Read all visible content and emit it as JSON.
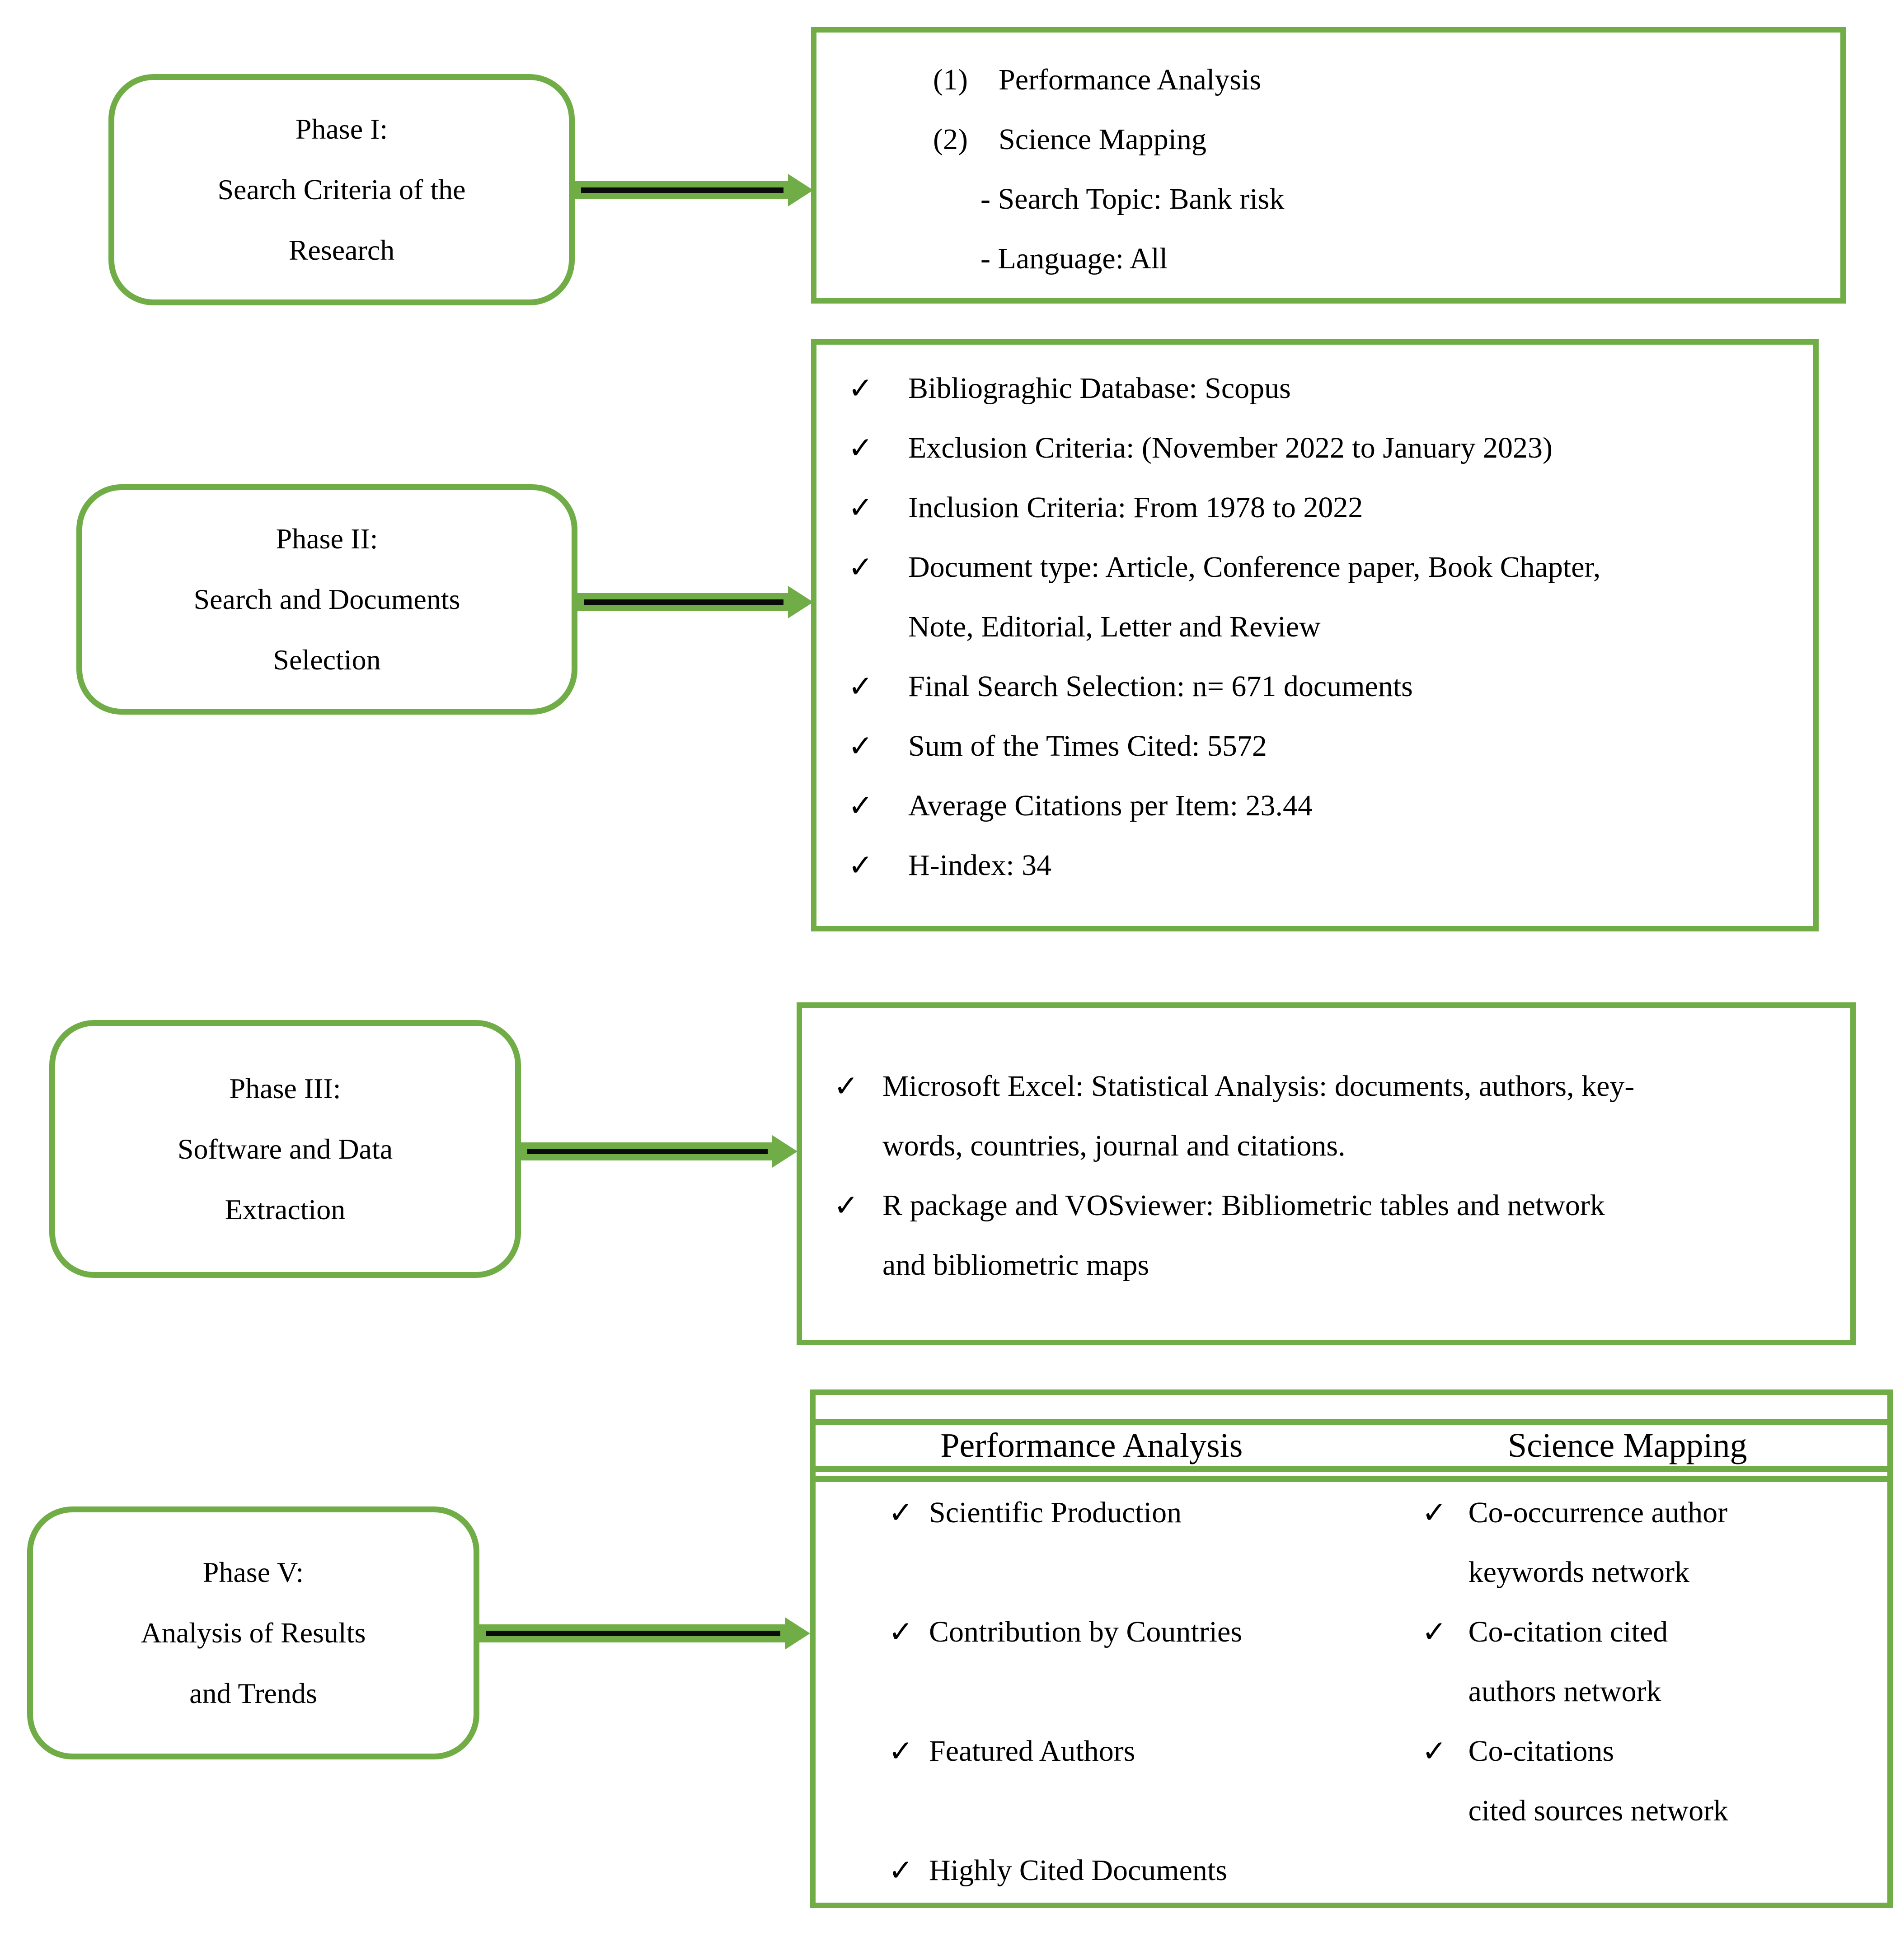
{
  "colors": {
    "accent_green": "#70ad47",
    "arrow_line": "#0a0a0a",
    "text": "#000000"
  },
  "glyphs": {
    "check": "✓"
  },
  "phase1": {
    "box": {
      "l1": "Phase I:",
      "l2": "Search Criteria of the",
      "l3": "Research"
    },
    "panel": {
      "item1_num": "(1)",
      "item1_label": "Performance Analysis",
      "item2_num": "(2)",
      "item2_label": "Science Mapping",
      "sub1": "- Search Topic: Bank risk",
      "sub2": "- Language: All"
    }
  },
  "phase2": {
    "box": {
      "l1": "Phase II:",
      "l2": "Search and Documents",
      "l3": "Selection"
    },
    "panel": {
      "items": [
        {
          "l1": "Bibliograghic Database: Scopus"
        },
        {
          "l1": "Exclusion Criteria: (November 2022 to January 2023)"
        },
        {
          "l1": "Inclusion Criteria: From 1978 to 2022"
        },
        {
          "l1": "Document type: Article, Conference paper, Book Chapter,",
          "l2": "Note, Editorial, Letter and Review"
        },
        {
          "l1": "Final Search Selection: n= 671 documents"
        },
        {
          "l1": "Sum of the Times Cited: 5572"
        },
        {
          "l1": "Average Citations per Item: 23.44"
        },
        {
          "l1": "H-index: 34"
        }
      ]
    }
  },
  "phase3": {
    "box": {
      "l1": "Phase III:",
      "l2": "Software and Data",
      "l3": "Extraction"
    },
    "panel": {
      "items": [
        {
          "l1": "Microsoft Excel: Statistical Analysis: documents, authors, key-",
          "l2": "words, countries, journal and citations."
        },
        {
          "l1": "R package and VOSviewer: Bibliometric tables and network",
          "l2": "and bibliometric maps"
        }
      ]
    }
  },
  "phase5": {
    "box": {
      "l1": "Phase V:",
      "l2": "Analysis of Results",
      "l3": "and Trends"
    },
    "table": {
      "header_left": "Performance Analysis",
      "header_right": "Science Mapping",
      "left_items": [
        "Scientific Production",
        "Contribution by Countries",
        "Featured Authors",
        "Highly Cited Documents"
      ],
      "right_items": [
        {
          "l1": "Co-occurrence author",
          "l2": "keywords network"
        },
        {
          "l1": "Co-citation cited",
          "l2": "authors network"
        },
        {
          "l1": "Co-citations",
          "l2": "cited sources network"
        }
      ]
    }
  }
}
